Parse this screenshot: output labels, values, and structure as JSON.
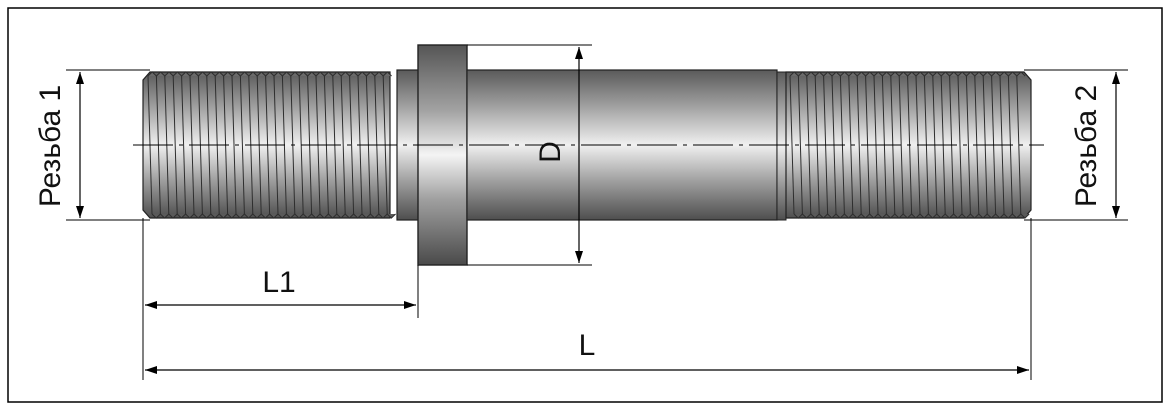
{
  "labels": {
    "thread_1": "Резьба 1",
    "thread_2": "Резьба 2",
    "diameter": "D",
    "length_l1": "L1",
    "length_total": "L"
  },
  "colors": {
    "frame": "#000000",
    "metal_dark": "#4a4a4a",
    "metal_mid": "#8c8c8c",
    "metal_light": "#e9e9e9",
    "thread_line": "#2a2a2a",
    "dimension": "#000000"
  }
}
